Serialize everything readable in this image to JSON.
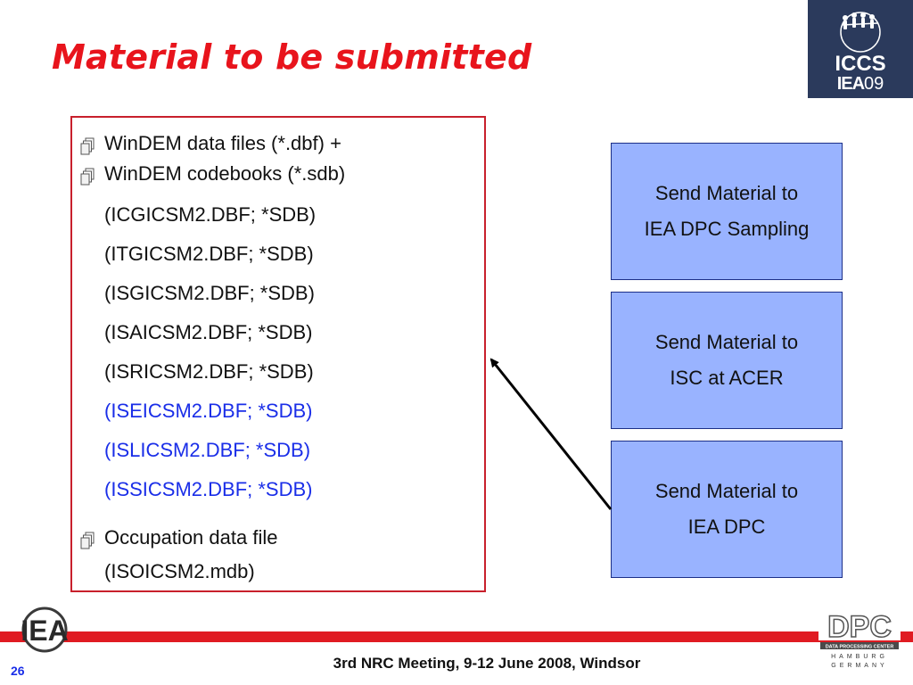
{
  "slide": {
    "title": "Material to be submitted",
    "page_number": "26",
    "footer": "3rd NRC Meeting, 9-12 June 2008, Windsor"
  },
  "logo_top": {
    "line1": "ICCS",
    "line2_iea": "IEA",
    "line2_year": "09"
  },
  "content": {
    "lines": [
      {
        "text": "WinDEM data files (*.dbf)  +",
        "bullet": true,
        "color": "#111111"
      },
      {
        "text": "WinDEM codebooks (*.sdb)",
        "bullet": true,
        "color": "#111111"
      },
      {
        "text": "(ICGICSM2.DBF; *SDB)",
        "bullet": false,
        "color": "#111111"
      },
      {
        "text": "(ITGICSM2.DBF; *SDB)",
        "bullet": false,
        "color": "#111111"
      },
      {
        "text": "(ISGICSM2.DBF; *SDB)",
        "bullet": false,
        "color": "#111111"
      },
      {
        "text": "(ISAICSM2.DBF; *SDB)",
        "bullet": false,
        "color": "#111111"
      },
      {
        "text": "(ISRICSM2.DBF; *SDB)",
        "bullet": false,
        "color": "#111111"
      },
      {
        "text": "(ISEICSM2.DBF; *SDB)",
        "bullet": false,
        "color": "#1a2ee8"
      },
      {
        "text": "(ISLICSM2.DBF; *SDB)",
        "bullet": false,
        "color": "#1a2ee8"
      },
      {
        "text": "(ISSICSM2.DBF; *SDB)",
        "bullet": false,
        "color": "#1a2ee8"
      },
      {
        "text": "Occupation data file",
        "bullet": true,
        "color": "#111111"
      },
      {
        "text": "(ISOICSM2.mdb)",
        "bullet": false,
        "color": "#111111"
      }
    ]
  },
  "side_boxes": [
    {
      "line1": "Send Material to",
      "line2": "IEA DPC Sampling"
    },
    {
      "line1": "Send Material to",
      "line2": "ISC at ACER"
    },
    {
      "line1": "Send Material to",
      "line2": "IEA DPC"
    }
  ],
  "logo_bottom_left": {
    "text": "IEA"
  },
  "logo_bottom_right": {
    "main": "DPC",
    "sub": "DATA PROCESSING CENTER",
    "city": "HAMBURG",
    "country": "GERMANY"
  },
  "colors": {
    "title": "#e8141c",
    "box_border": "#c8202c",
    "side_box_fill": "#99b3ff",
    "blue_text": "#1a2ee8",
    "footer_band": "#e01b22",
    "logo_navy": "#2b3a5c"
  }
}
